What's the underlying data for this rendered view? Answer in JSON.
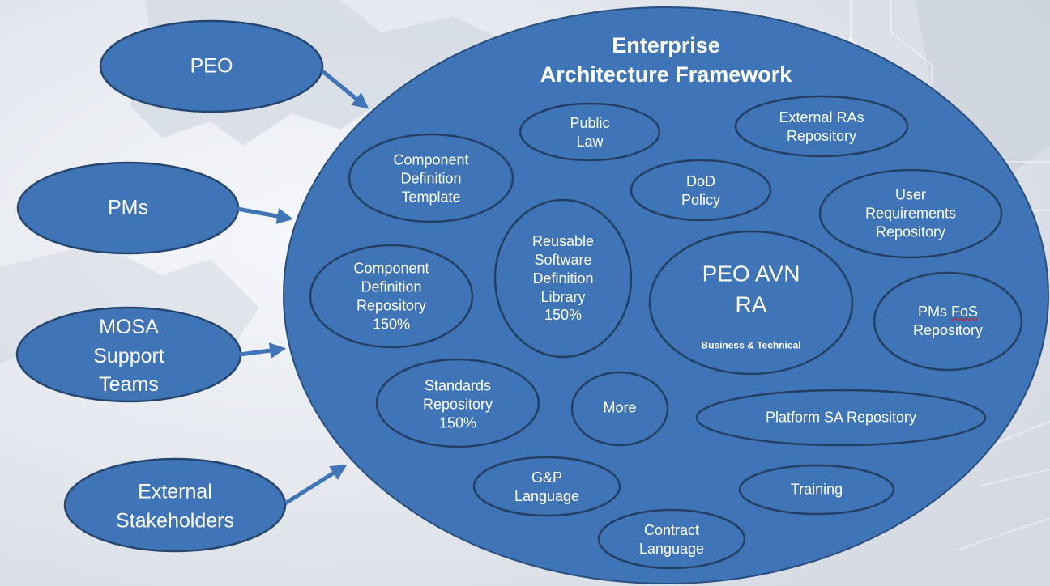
{
  "framework": {
    "title": "Enterprise\nArchitecture Framework",
    "fill": "#3f74b6",
    "stroke": "#2a4f7f"
  },
  "external_nodes": [
    {
      "id": "peo",
      "label": "PEO"
    },
    {
      "id": "pms",
      "label": "PMs"
    },
    {
      "id": "mosa",
      "label": "MOSA\nSupport\nTeams"
    },
    {
      "id": "stakeholders",
      "label": "External\nStakeholders"
    }
  ],
  "components": {
    "public_law": "Public\nLaw",
    "external_ras": "External RAs\nRepository",
    "component_template": "Component\nDefinition\nTemplate",
    "dod_policy": "DoD\nPolicy",
    "user_requirements": "User\nRequirements\nRepository",
    "reusable_software": "Reusable\nSoftware\nDefinition\nLibrary\n150%",
    "component_repository": "Component\nDefinition\nRepository\n150%",
    "peo_avn_ra": {
      "title": "PEO AVN\nRA",
      "subtitle": "Business & Technical"
    },
    "pms_fos_prefix": "PMs ",
    "pms_fos_word": "FoS",
    "pms_fos_suffix": "\nRepository",
    "standards": "Standards\nRepository\n150%",
    "more": "More",
    "platform_sa": "Platform SA Repository",
    "gp_language": "G&P\nLanguage",
    "training": "Training",
    "contract_language": "Contract\nLanguage"
  }
}
